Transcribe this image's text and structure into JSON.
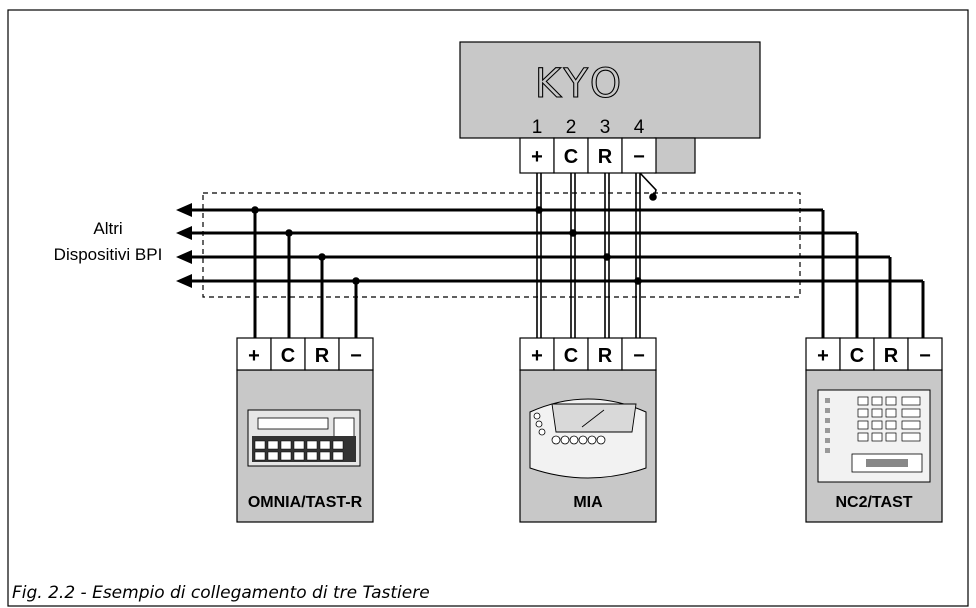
{
  "panel": {
    "title": "KYO",
    "terminal_numbers": [
      "1",
      "2",
      "3",
      "4"
    ],
    "terminals": [
      "+",
      "C",
      "R",
      "−"
    ]
  },
  "side_label": {
    "line1": "Altri",
    "line2": "Dispositivi BPI"
  },
  "devices": [
    {
      "terminals": [
        "+",
        "C",
        "R",
        "−"
      ],
      "label": "OMNIA/TAST-R"
    },
    {
      "terminals": [
        "+",
        "C",
        "R",
        "−"
      ],
      "label": "MIA"
    },
    {
      "terminals": [
        "+",
        "C",
        "R",
        "−"
      ],
      "label": "NC2/TAST"
    }
  ],
  "caption": "Fig. 2.2 - Esempio di collegamento di tre Tastiere"
}
